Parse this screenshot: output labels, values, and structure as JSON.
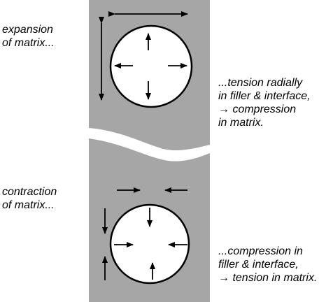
{
  "upper": {
    "left_text": [
      "expansion",
      "of matrix..."
    ],
    "right_text": [
      "...tension radially",
      "in filler & interface,",
      "→ compression",
      "in matrix."
    ]
  },
  "lower": {
    "left_text": [
      "contraction",
      "of matrix..."
    ],
    "right_text": [
      "...compression in",
      "filler & interface,",
      "→ tension in matrix."
    ]
  },
  "colors": {
    "matrix": "#a6a6a6",
    "filler": "#ffffff",
    "stroke": "#000000"
  }
}
